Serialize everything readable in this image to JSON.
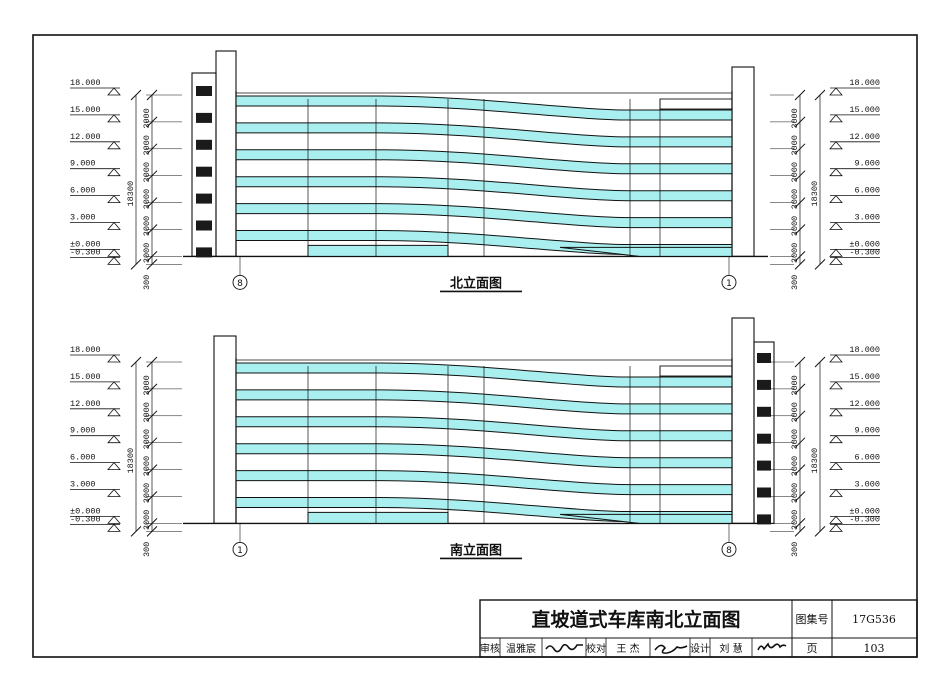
{
  "colors": {
    "line": "#111111",
    "ramp_fill": "#a9efef",
    "background": "#ffffff"
  },
  "elevations": [
    {
      "id": "north",
      "title": "北立面图",
      "axis_left": "8",
      "axis_right": "1",
      "stair_side": "left",
      "levels_left": [
        "18.000",
        "15.000",
        "12.000",
        "9.000",
        "6.000",
        "3.000",
        "±0.000",
        "-0.300"
      ],
      "levels_right": [
        "18.000",
        "15.000",
        "12.000",
        "9.000",
        "6.000",
        "3.000",
        "±0.000",
        "-0.300"
      ],
      "dims_left": [
        "3000",
        "3000",
        "3000",
        "3000",
        "3000",
        "3000",
        "300"
      ],
      "dims_right": [
        "3000",
        "3000",
        "3000",
        "3000",
        "3000",
        "3000",
        "300"
      ],
      "total_left": "18300",
      "total_right": "18300"
    },
    {
      "id": "south",
      "title": "南立面图",
      "axis_left": "1",
      "axis_right": "8",
      "stair_side": "right",
      "levels_left": [
        "18.000",
        "15.000",
        "12.000",
        "9.000",
        "6.000",
        "3.000",
        "±0.000",
        "-0.300"
      ],
      "levels_right": [
        "18.000",
        "15.000",
        "12.000",
        "9.000",
        "6.000",
        "3.000",
        "±0.000",
        "-0.300"
      ],
      "dims_left": [
        "3000",
        "3000",
        "3000",
        "3000",
        "3000",
        "3000",
        "300"
      ],
      "dims_right": [
        "3000",
        "3000",
        "3000",
        "3000",
        "3000",
        "3000",
        "300"
      ],
      "total_left": "18300",
      "total_right": "18300"
    }
  ],
  "title_block": {
    "drawing_title": "直坡道式车库南北立面图",
    "atlas_label": "图集号",
    "atlas_no": "17G536",
    "page_label": "页",
    "page_no": "103",
    "reviewer_label": "审核",
    "reviewer_name": "温雅宸",
    "checker_label": "校对",
    "checker_name": "王 杰",
    "designer_label": "设计",
    "designer_name": "刘 慧"
  }
}
